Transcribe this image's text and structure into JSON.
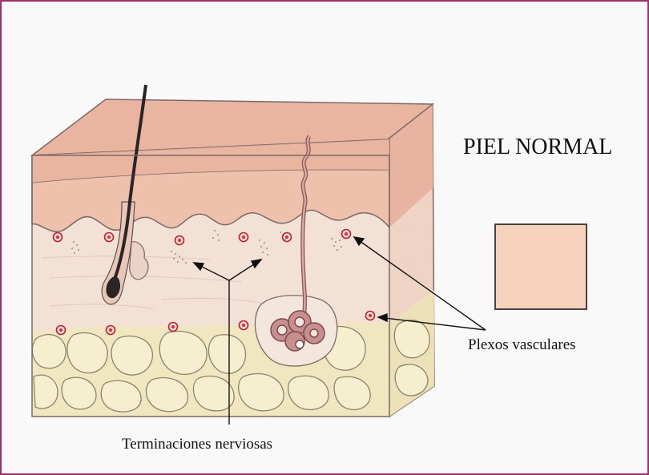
{
  "title": "PIEL NORMAL",
  "labels": {
    "vascular": "Plexos vasculares",
    "nerve": "Terminaciones nerviosas"
  },
  "colors": {
    "frame": "#a0306a",
    "epidermis": "#ebb8a4",
    "dermis": "#f4e0d4",
    "fat": "#f1e8c0",
    "swatch": "#f6d2bc",
    "vessel": "#cc2e3a"
  }
}
